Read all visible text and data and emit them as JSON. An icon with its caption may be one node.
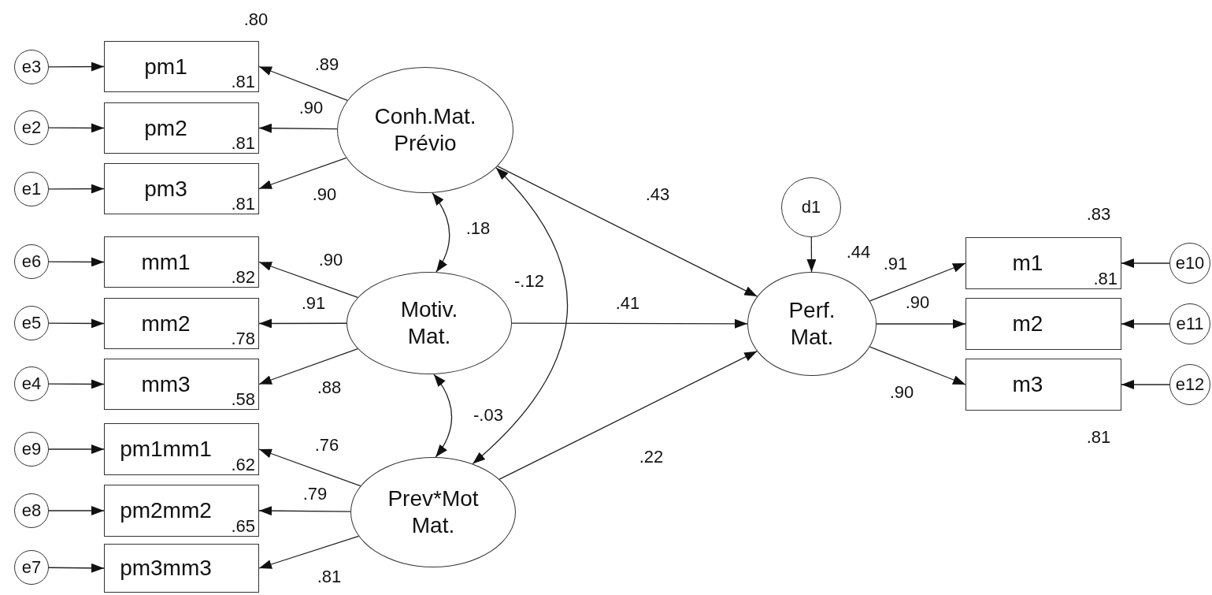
{
  "diagram": {
    "nodes": [
      {
        "text": [
          "e3"
        ]
      },
      {
        "text": [
          "pm1"
        ]
      },
      {
        "text": [
          "e2"
        ]
      },
      {
        "text": [
          "pm2"
        ]
      },
      {
        "text": [
          "e1"
        ]
      },
      {
        "text": [
          "pm3"
        ]
      },
      {
        "text": [
          "Conh.Mat. Prévio"
        ]
      },
      {
        "text": [
          "e6"
        ]
      },
      {
        "text": [
          "mm1"
        ]
      },
      {
        "text": [
          "e5"
        ]
      },
      {
        "text": [
          "mm2"
        ]
      },
      {
        "text": [
          "e4"
        ]
      },
      {
        "text": [
          "mm3"
        ]
      },
      {
        "text": [
          "Motiv. Mat."
        ]
      },
      {
        "text": [
          "e9"
        ]
      },
      {
        "text": [
          "pm1mm1"
        ]
      },
      {
        "text": [
          "e8"
        ]
      },
      {
        "text": [
          "pm2mm2"
        ]
      },
      {
        "text": [
          "e7"
        ]
      },
      {
        "text": [
          "pm3mm3"
        ]
      },
      {
        "text": [
          "Prev*Mot Mat."
        ]
      },
      {
        "text": [
          "d1"
        ]
      },
      {
        "text": [
          "Perf. Mat."
        ]
      },
      {
        "text": [
          "m1"
        ]
      },
      {
        "text": [
          "e10"
        ]
      },
      {
        "text": [
          "m2"
        ]
      },
      {
        "text": [
          "e11"
        ]
      },
      {
        "text": [
          "m3"
        ]
      },
      {
        "text": [
          "e12"
        ]
      }
    ],
    "edges": [
      {
        "from": 0,
        "to": 1,
        "arrow": "to"
      },
      {
        "from": 2,
        "to": 3,
        "arrow": "to"
      },
      {
        "from": 4,
        "to": 5,
        "arrow": "to"
      },
      {
        "from": 6,
        "to": 1,
        "arrow": "to"
      },
      {
        "from": 6,
        "to": 3,
        "arrow": "to"
      },
      {
        "from": 6,
        "to": 5,
        "arrow": "to"
      },
      {
        "from": 7,
        "to": 8,
        "arrow": "to"
      },
      {
        "from": 9,
        "to": 10,
        "arrow": "to"
      },
      {
        "from": 11,
        "to": 12,
        "arrow": "to"
      },
      {
        "from": 13,
        "to": 8,
        "arrow": "to"
      },
      {
        "from": 13,
        "to": 10,
        "arrow": "to"
      },
      {
        "from": 13,
        "to": 12,
        "arrow": "to"
      },
      {
        "from": 14,
        "to": 15,
        "arrow": "to"
      },
      {
        "from": 16,
        "to": 17,
        "arrow": "to"
      },
      {
        "from": 18,
        "to": 19,
        "arrow": "to"
      },
      {
        "from": 20,
        "to": 15,
        "arrow": "to"
      },
      {
        "from": 20,
        "to": 17,
        "arrow": "to"
      },
      {
        "from": 20,
        "to": 19,
        "arrow": "to"
      },
      {
        "from": 6,
        "to": 13,
        "arrow": "both",
        "label": ".18"
      },
      {
        "from": 6,
        "to": 20,
        "arrow": "both",
        "label": "-.12"
      },
      {
        "from": 13,
        "to": 20,
        "arrow": "both",
        "label": "-.03"
      },
      {
        "from": 6,
        "to": 22,
        "arrow": "to",
        "label": ".43"
      },
      {
        "from": 13,
        "to": 22,
        "arrow": "to",
        "label": ".41"
      },
      {
        "from": 20,
        "to": 22,
        "arrow": "to",
        "label": ".22"
      },
      {
        "from": 21,
        "to": 22,
        "arrow": "to"
      },
      {
        "from": 22,
        "to": 23,
        "arrow": "to"
      },
      {
        "from": 22,
        "to": 25,
        "arrow": "to"
      },
      {
        "from": 22,
        "to": 27,
        "arrow": "to"
      },
      {
        "from": 24,
        "to": 23,
        "arrow": "to"
      },
      {
        "from": 26,
        "to": 25,
        "arrow": "to"
      },
      {
        "from": 28,
        "to": 27,
        "arrow": "to"
      }
    ],
    "labels": [
      ".80",
      ".89",
      ".81",
      ".90",
      ".81",
      ".90",
      ".81",
      ".90",
      ".82",
      ".91",
      ".78",
      ".88",
      ".58",
      ".76",
      ".62",
      ".79",
      ".65",
      ".81",
      ".44",
      ".91",
      ".83",
      ".81",
      ".90",
      ".90",
      ".81"
    ]
  }
}
